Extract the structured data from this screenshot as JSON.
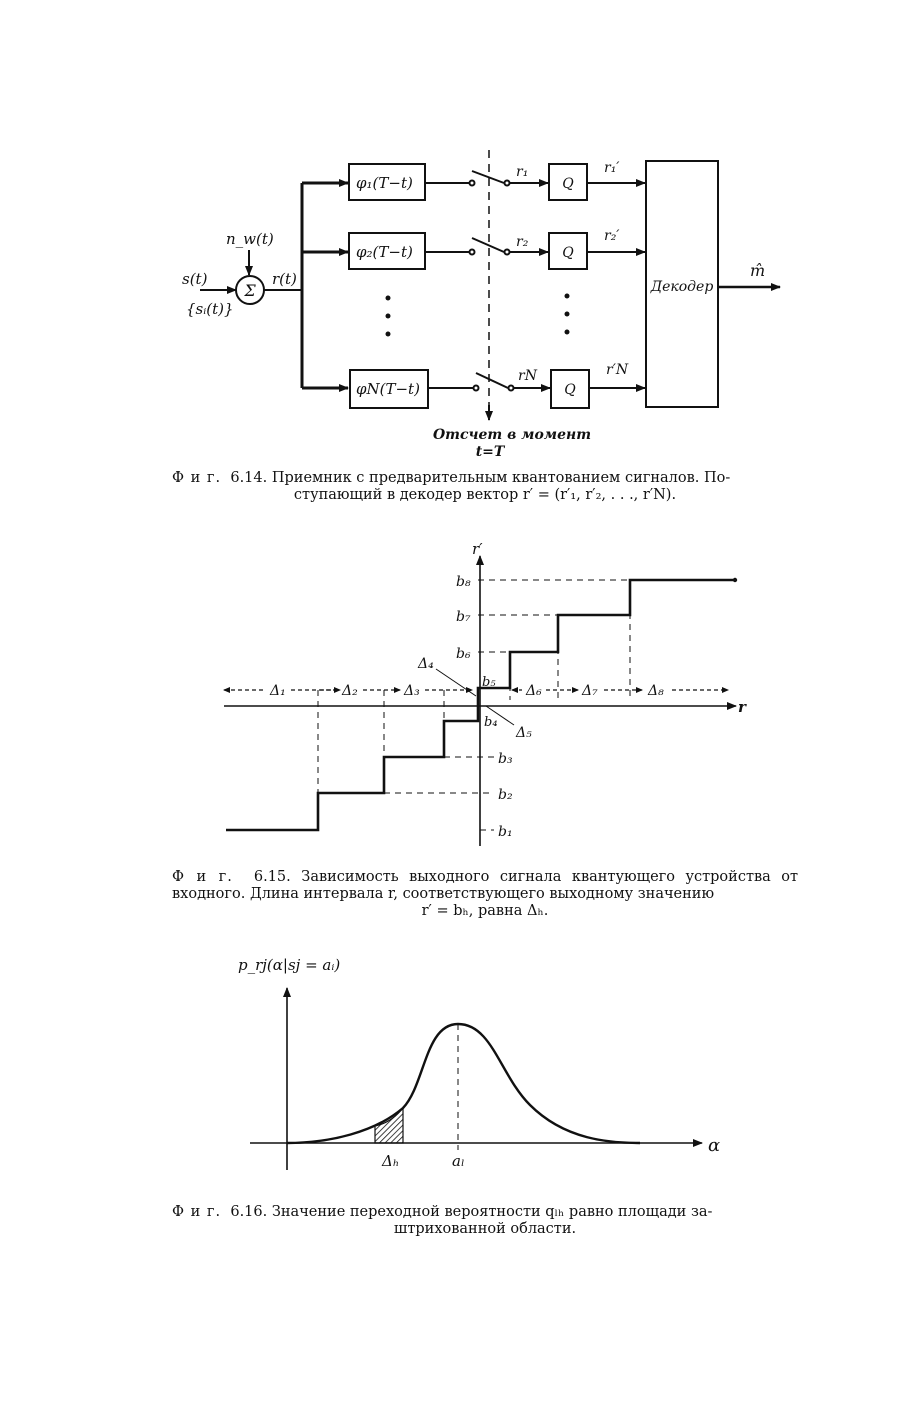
{
  "fig614": {
    "labels": {
      "phi1": "φ₁(T−t)",
      "phi2": "φ₂(T−t)",
      "phiN": "φN(T−t)",
      "q": "Q",
      "decoder": "Декодер",
      "input_s": "s(t)",
      "input_set": "{sᵢ(t)}",
      "noise": "n_w(t)",
      "sigma": "Σ",
      "r_t": "r(t)",
      "r1": "r₁",
      "r2": "r₂",
      "rN": "rN",
      "r1p": "r₁′",
      "r2p": "r₂′",
      "rNp": "r′N",
      "m_hat": "m̂",
      "sample_line1": "Отсчет в момент",
      "sample_line2": "t=T"
    },
    "caption": {
      "label": "Ф и г.",
      "number": "6.14.",
      "line1": "Приемник с предварительным квантованием сигналов. По-",
      "line2": "ступающий в декодер вектор r′ = (r′₁, r′₂, . . ., r′N)."
    }
  },
  "fig615": {
    "labels": {
      "y_axis": "r′",
      "x_axis": "r",
      "levels": [
        "b₁",
        "b₂",
        "b₃",
        "b₄",
        "b₅",
        "b₆",
        "b₇",
        "b₈"
      ],
      "intervals": [
        "Δ₁",
        "Δ₂",
        "Δ₃",
        "Δ₄",
        "Δ₅",
        "Δ₆",
        "Δ₇",
        "Δ₈"
      ]
    },
    "caption": {
      "label": "Ф и г.",
      "number": "6.15.",
      "line1": "Зависимость выходного сигнала квантующего устройства от входного. Длина интервала r, соответствующего выходному значению",
      "line2": "r′ = bₕ, равна Δₕ."
    }
  },
  "fig616": {
    "labels": {
      "y_axis": "p_rj(α|sj = aᵢ)",
      "x_axis": "α",
      "delta_h": "Δₕ",
      "a_l": "aₗ"
    },
    "caption": {
      "label": "Ф и г.",
      "number": "6.16.",
      "line1": "Значение переходной вероятности qₗₕ равно площади за-",
      "line2": "штрихованной области."
    }
  }
}
